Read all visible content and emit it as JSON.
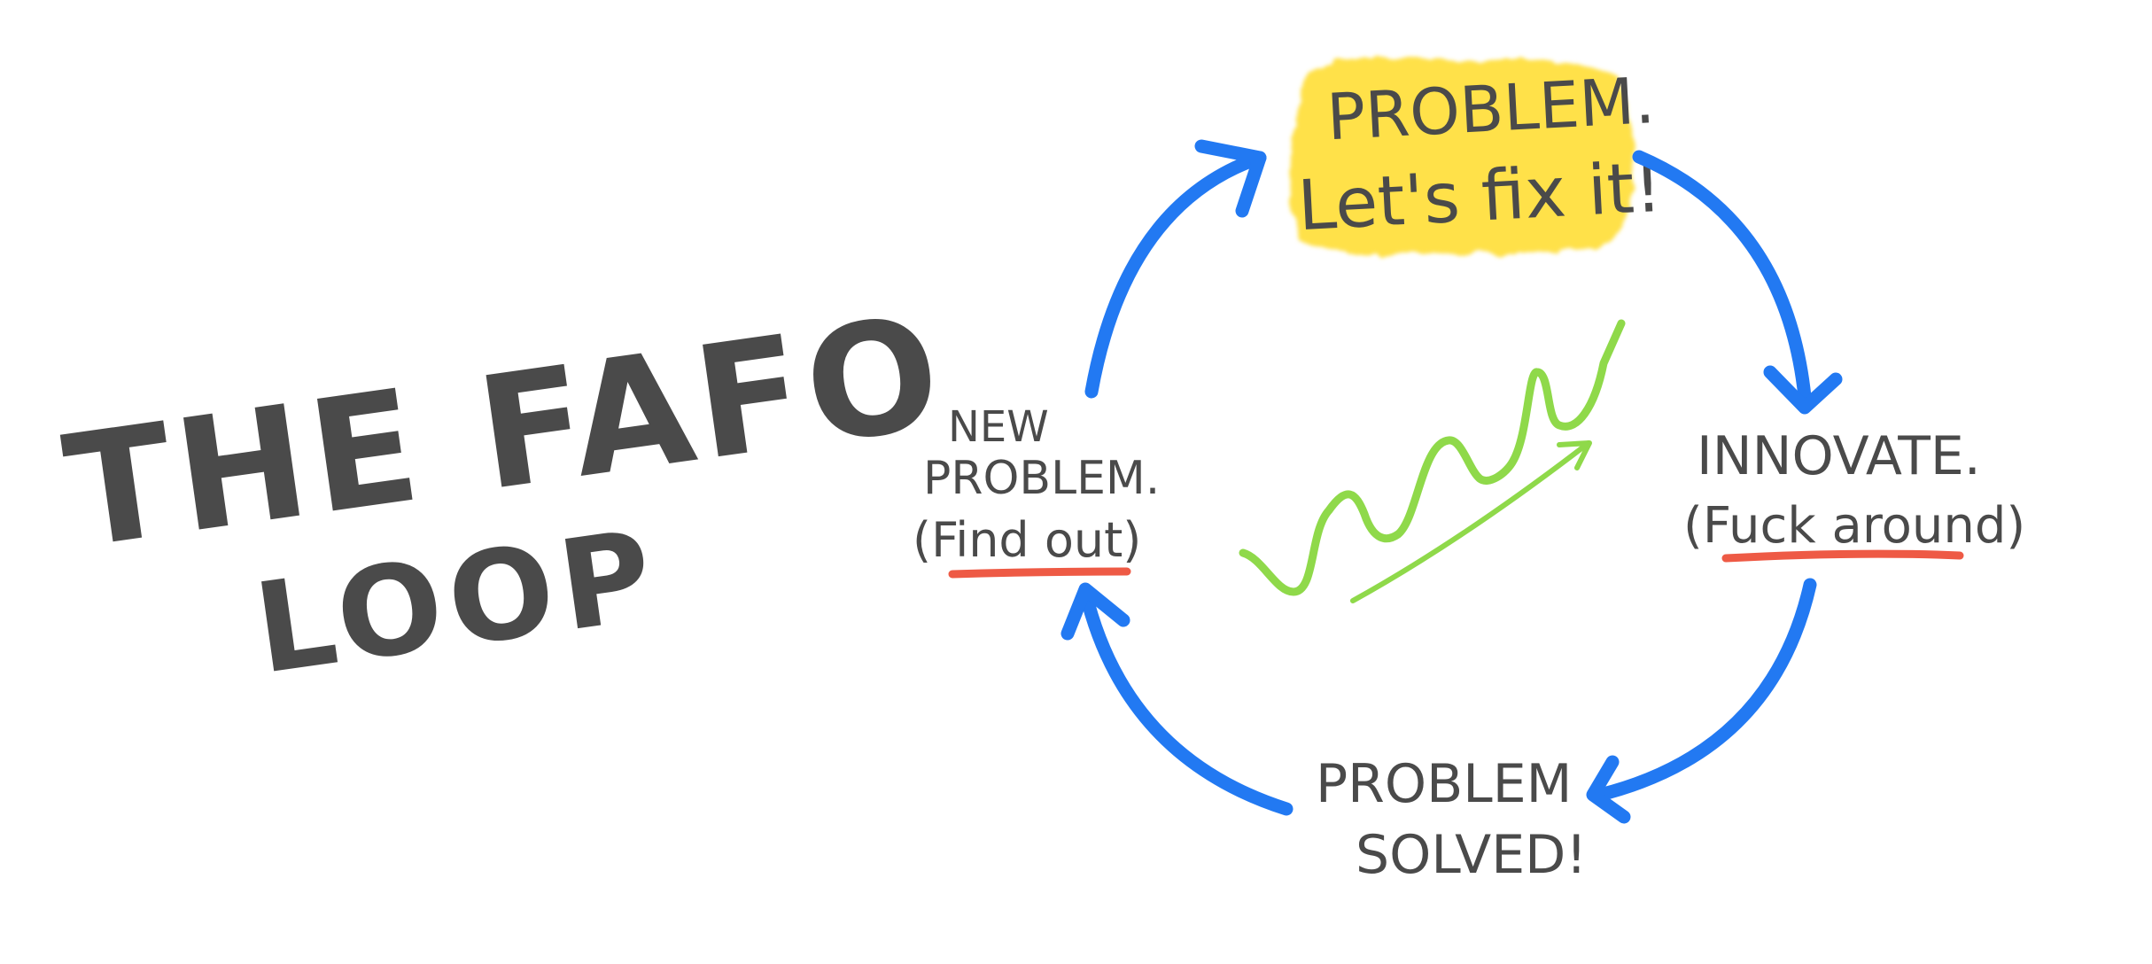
{
  "title": {
    "line1": "THE FAFO",
    "line2": "LOOP"
  },
  "nodes": [
    {
      "id": "problem",
      "lines": [
        "PROBLEM.",
        "Let's fix it!"
      ],
      "highlighted": true
    },
    {
      "id": "innovate",
      "lines": [
        "INNOVATE.",
        "(Fuck around)"
      ],
      "underlined": "Fuck around"
    },
    {
      "id": "solved",
      "lines": [
        "PROBLEM",
        "SOLVED!"
      ]
    },
    {
      "id": "new-problem",
      "lines": [
        "NEW",
        "PROBLEM.",
        "(Find out)"
      ],
      "underlined": "Find out"
    }
  ],
  "cycle_arrows": [
    {
      "from": "new-problem",
      "to": "problem"
    },
    {
      "from": "problem",
      "to": "innovate"
    },
    {
      "from": "innovate",
      "to": "solved"
    },
    {
      "from": "solved",
      "to": "new-problem"
    }
  ],
  "center_graphic": {
    "description": "upward-trending wavy line with arrow",
    "trend": "up"
  },
  "colors": {
    "text": "#4a4a4a",
    "arrow": "#2279f2",
    "highlight": "#ffe14a",
    "growth": "#8fd94a",
    "underline": "#ee5a45"
  }
}
